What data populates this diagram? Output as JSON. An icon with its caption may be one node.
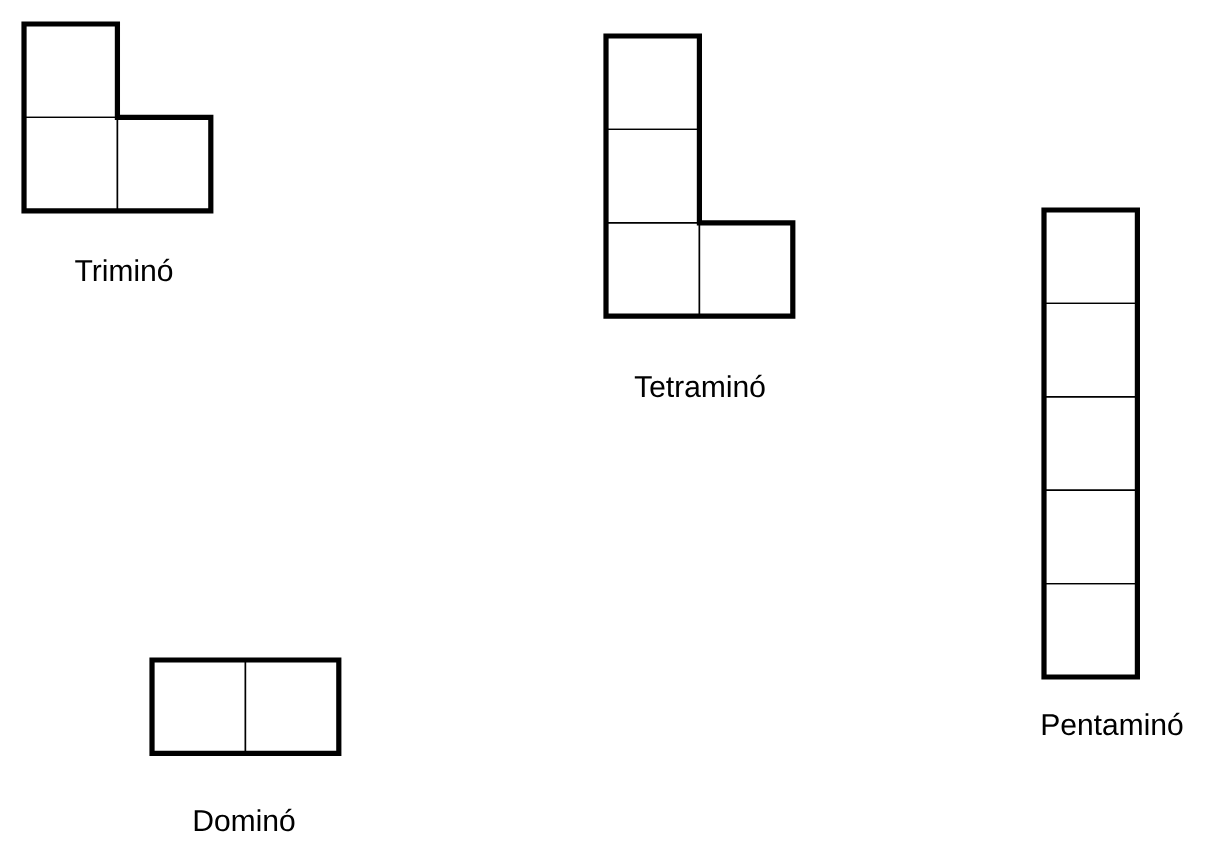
{
  "diagram": {
    "nodes": [
      {
        "text": [
          "Triminó"
        ]
      },
      {
        "text": [
          "Tetraminó"
        ]
      },
      {
        "text": [
          "Pentaminó"
        ]
      },
      {
        "text": [
          "Dominó"
        ]
      }
    ]
  }
}
